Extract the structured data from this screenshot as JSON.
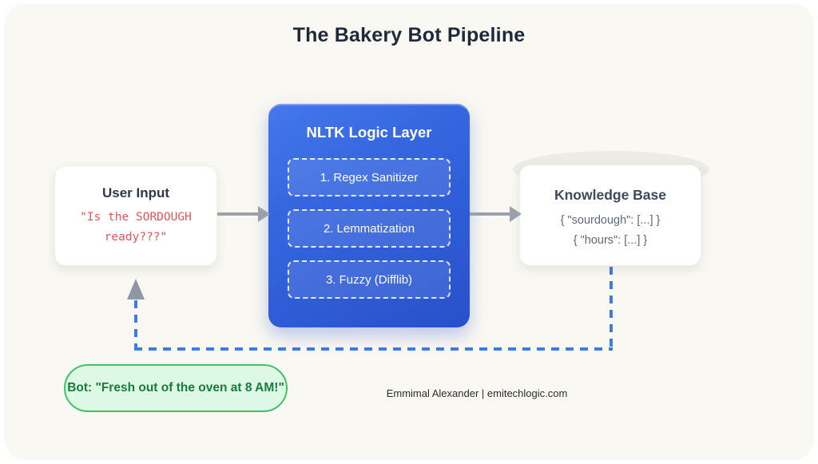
{
  "title": "The Bakery Bot Pipeline",
  "user_input": {
    "title": "User Input",
    "query": "\"Is the SORDOUGH ready???\""
  },
  "nltk": {
    "title": "NLTK Logic Layer",
    "steps": [
      "1. Regex Sanitizer",
      "2. Lemmatization",
      "3. Fuzzy (Difflib)"
    ]
  },
  "knowledge_base": {
    "title": "Knowledge Base",
    "entries": [
      "{ \"sourdough\": [...] }",
      "{ \"hours\": [...] }"
    ]
  },
  "bot_reply": {
    "text": "Bot: \"Fresh out of the oven at 8 AM!\""
  },
  "footer": {
    "credit": "Emmimal Alexander | emitechlogic.com"
  },
  "colors": {
    "card_background": "#faf8f2",
    "title_text": "#1e2a3a",
    "nltk_gradient_top": "#4478ea",
    "nltk_gradient_bottom": "#2750cc",
    "user_query_red": "#e2555a",
    "kb_text_gray": "#5d6878",
    "arrow_gray": "#99a1ab",
    "feedback_dash_blue": "#3f7be4",
    "bubble_fill": "#def8e6",
    "bubble_border": "#3fc268",
    "bubble_text": "#177c3d"
  }
}
